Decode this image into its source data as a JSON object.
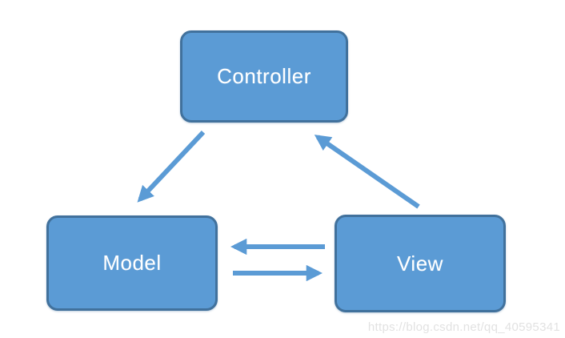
{
  "diagram": {
    "nodes": [
      {
        "id": "controller",
        "label": "Controller"
      },
      {
        "id": "model",
        "label": "Model"
      },
      {
        "id": "view",
        "label": "View"
      }
    ],
    "edges": [
      {
        "from": "controller",
        "to": "model",
        "description": "Controller to Model diagonal arrow"
      },
      {
        "from": "view",
        "to": "controller",
        "description": "View to Controller diagonal arrow"
      },
      {
        "from": "view",
        "to": "model",
        "description": "View to Model horizontal arrow (upper)"
      },
      {
        "from": "model",
        "to": "view",
        "description": "Model to View horizontal arrow (lower)"
      }
    ],
    "colors": {
      "node_fill": "#5b9bd5",
      "node_border": "#41719c",
      "arrow": "#5b9bd5",
      "label_text": "#ffffff",
      "watermark_text": "#e2e2e2",
      "background": "#ffffff"
    },
    "watermark": "https://blog.csdn.net/qq_40595341"
  }
}
